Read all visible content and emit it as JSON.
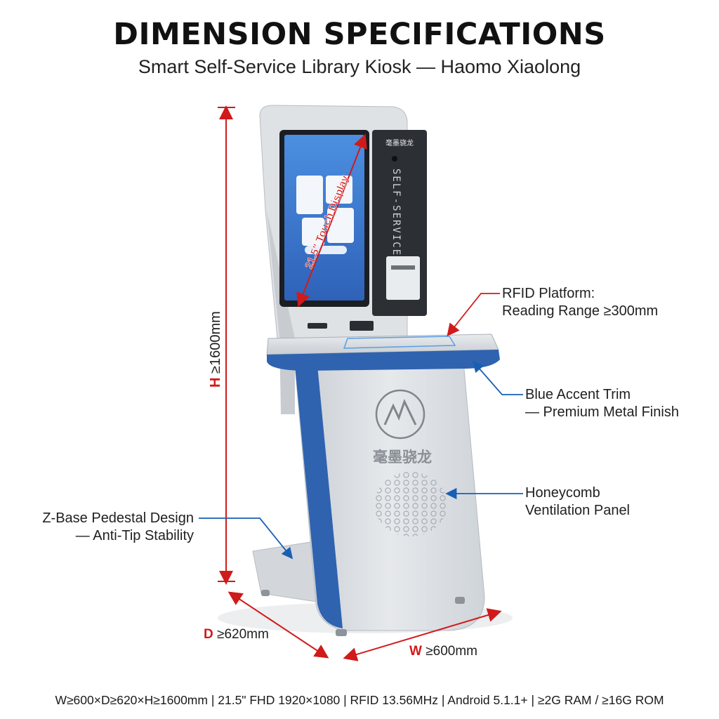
{
  "header": {
    "title": "DIMENSION SPECIFICATIONS",
    "subtitle": "Smart Self-Service Library Kiosk — Haomo Xiaolong"
  },
  "kiosk": {
    "screen_label": "21.5\" Touch Display",
    "side_panel_brand": "毫墨骁龙",
    "side_panel_text": "SELF-SERVICE",
    "pedestal_brand": "毫墨骁龙"
  },
  "callouts": {
    "rfid": [
      "RFID Platform:",
      "Reading Range ≥300mm"
    ],
    "trim": [
      "Blue Accent Trim",
      "— Premium Metal Finish"
    ],
    "vent": [
      "Honeycomb",
      "Ventilation Panel"
    ],
    "base": [
      "Z-Base Pedestal Design",
      "— Anti-Tip Stability"
    ]
  },
  "dimensions": {
    "height": {
      "letter": "H",
      "value": "≥1600mm"
    },
    "depth": {
      "letter": "D",
      "value": "≥620mm"
    },
    "width": {
      "letter": "W",
      "value": "≥600mm"
    }
  },
  "footer": "W≥600×D≥620×H≥1600mm | 21.5\" FHD 1920×1080 | RFID 13.56MHz | Android 5.1.1+ | ≥2G RAM / ≥16G ROM",
  "colors": {
    "dimension_red": "#d11a1a",
    "leader_blue": "#1a5fb4",
    "trim_blue": "#2f63b0",
    "body_gray": "#d9dde1",
    "screen_blue": "#3f7fd0"
  }
}
